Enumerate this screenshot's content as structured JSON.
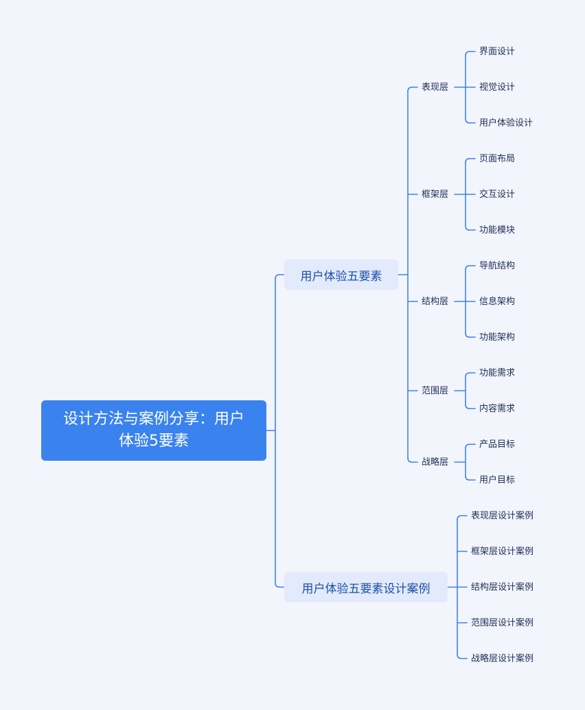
{
  "root": {
    "title": "设计方法与案例分享：用户体验5要素"
  },
  "branches": [
    {
      "label": "用户体验五要素",
      "children": [
        {
          "label": "表现层",
          "children": [
            "界面设计",
            "视觉设计",
            "用户体验设计"
          ]
        },
        {
          "label": "框架层",
          "children": [
            "页面布局",
            "交互设计",
            "功能模块"
          ]
        },
        {
          "label": "结构层",
          "children": [
            "导航结构",
            "信息架构",
            "功能架构"
          ]
        },
        {
          "label": "范围层",
          "children": [
            "功能需求",
            "内容需求"
          ]
        },
        {
          "label": "战略层",
          "children": [
            "产品目标",
            "用户目标"
          ]
        }
      ]
    },
    {
      "label": "用户体验五要素设计案例",
      "children": [
        "表现层设计案例",
        "框架层设计案例",
        "结构层设计案例",
        "范围层设计案例",
        "战略层设计案例"
      ]
    }
  ],
  "colors": {
    "line": "#3a83ee",
    "root_bg": "#3a83ee",
    "branch_bg": "#e2eafc",
    "background": "#f3f5fc"
  }
}
